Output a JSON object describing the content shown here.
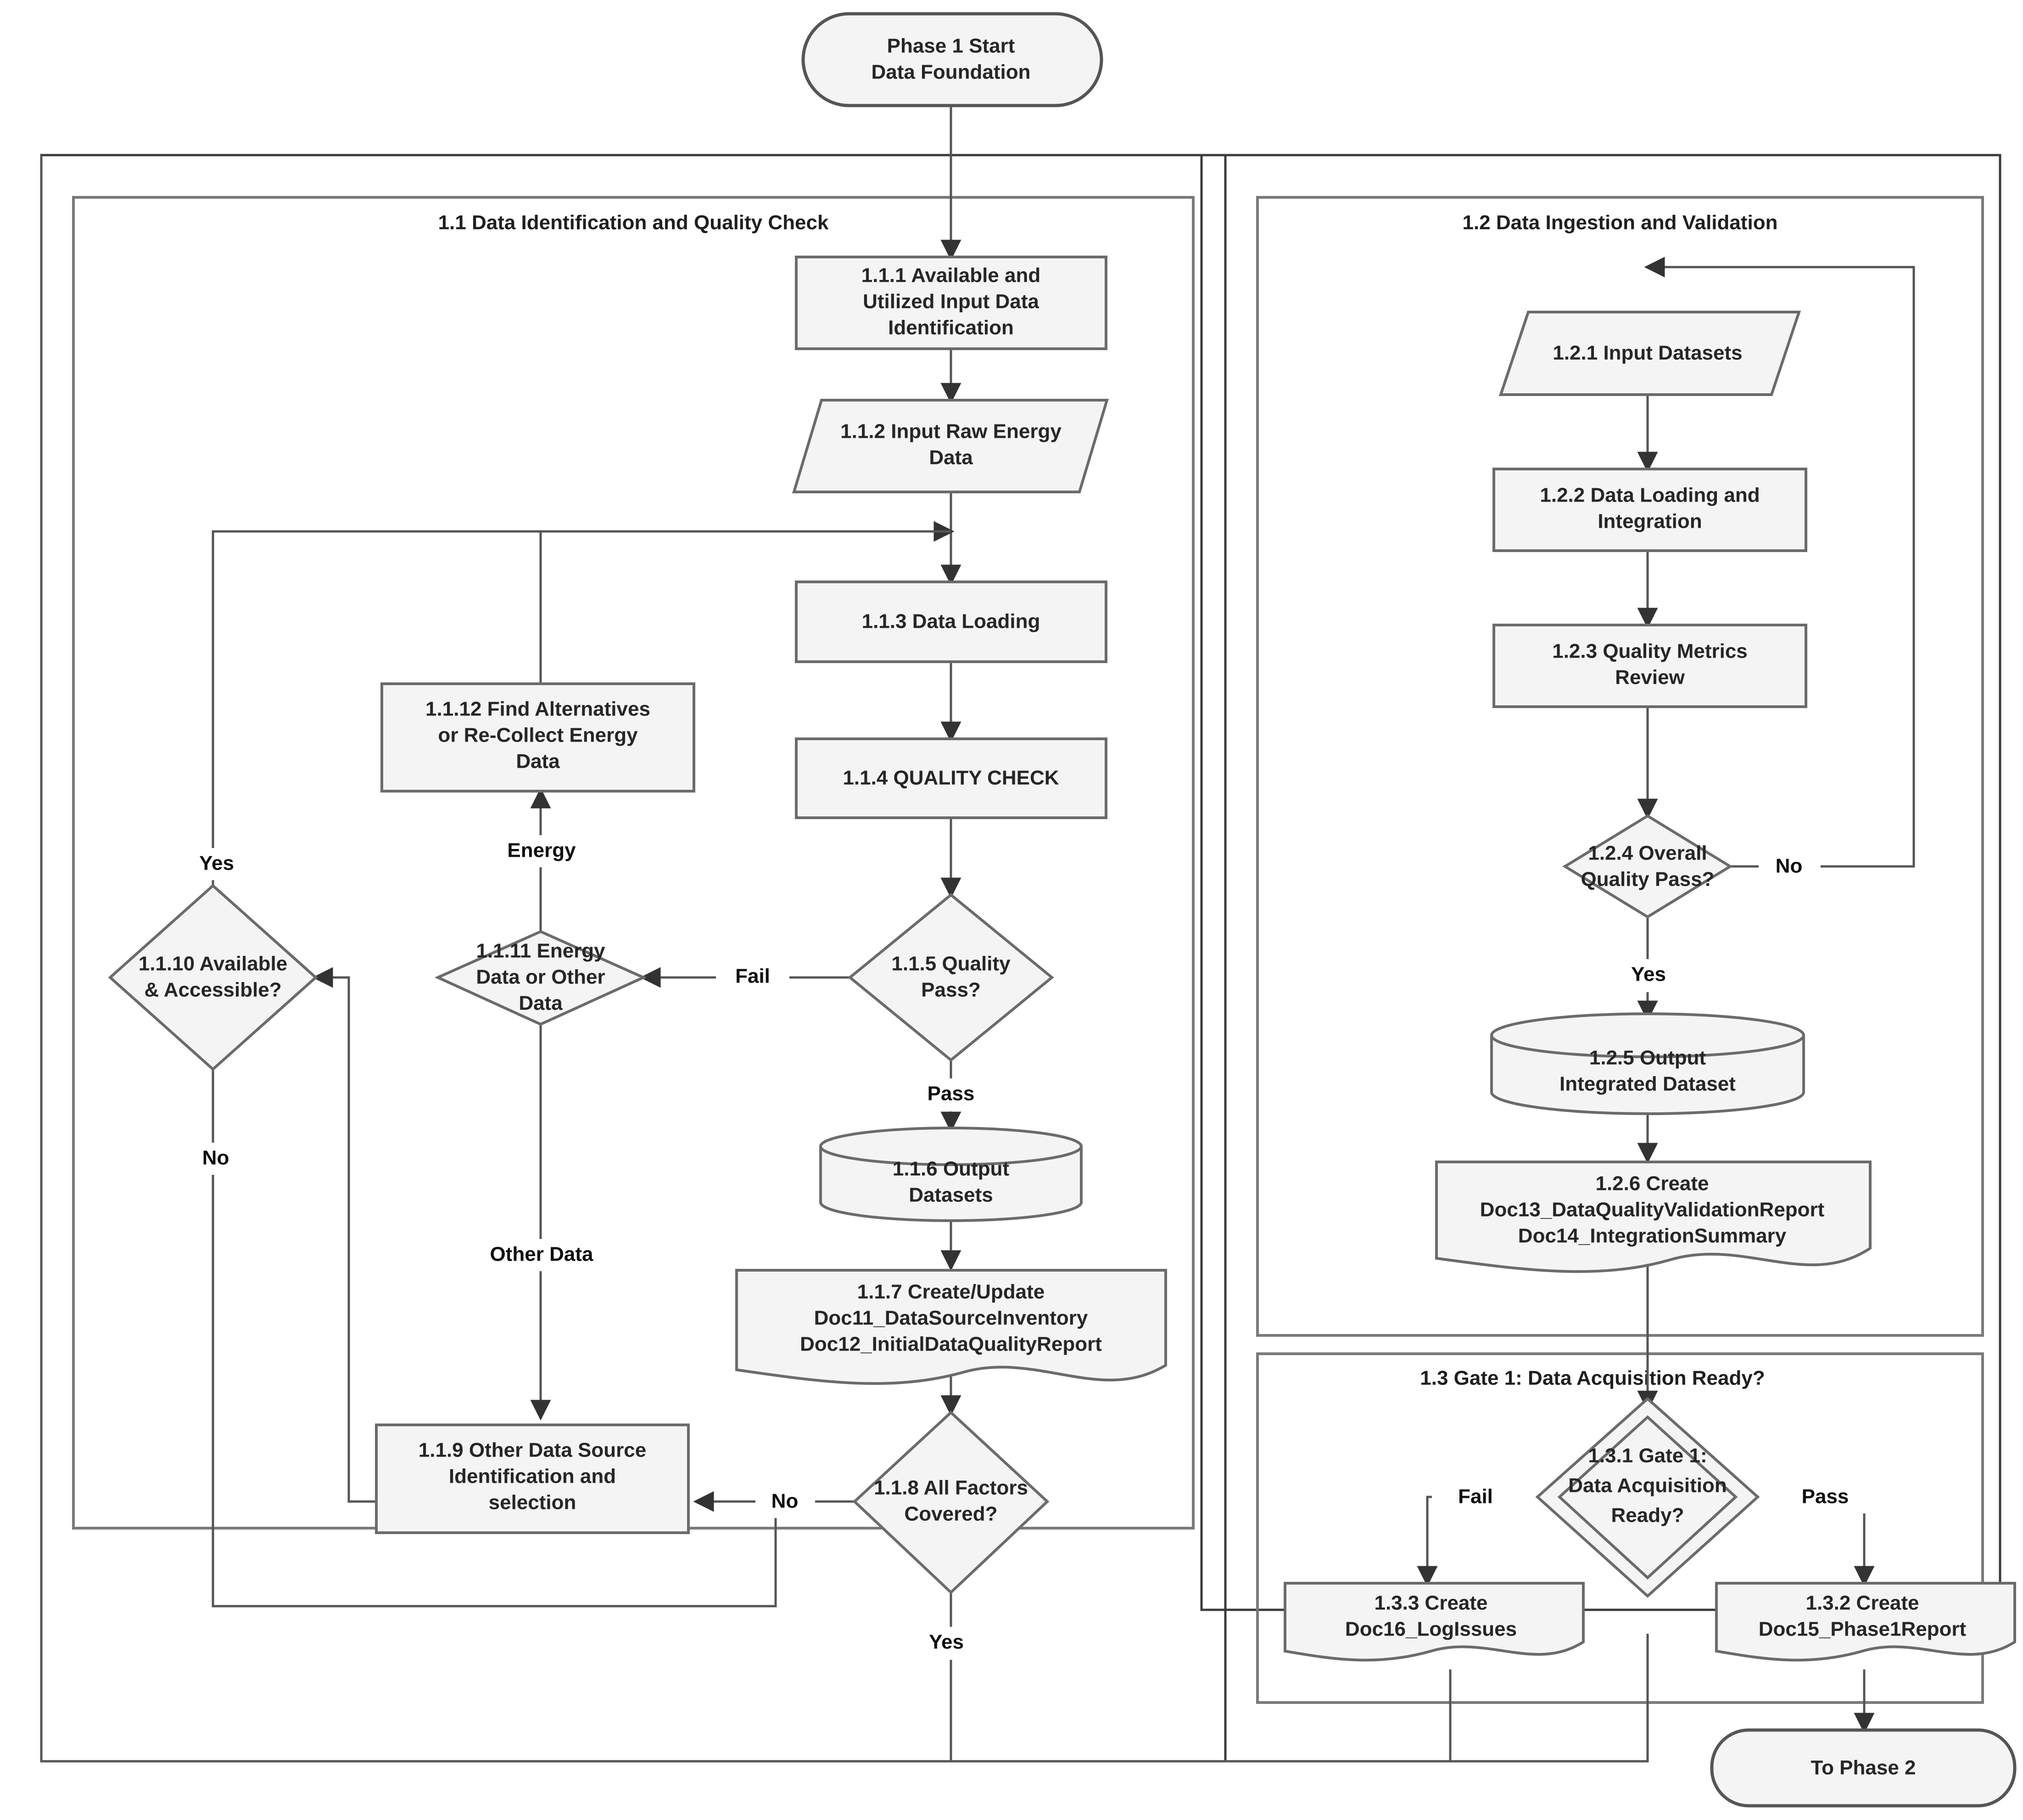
{
  "diagram": {
    "type": "flowchart",
    "orientation": "top-down",
    "title_visible": false,
    "colors": {
      "node_fill": "#f4f4f4",
      "node_border": "#6b6b6b",
      "edge": "#555555",
      "text": "#262626",
      "background": "#ffffff"
    }
  },
  "terminals": {
    "start": "Phase 1 Start\nData Foundation",
    "start_line1": "Phase 1 Start",
    "start_line2": "Data Foundation",
    "end": "To Phase 2"
  },
  "clusters": [
    {
      "id": "c11",
      "label": "1.1 Data Identification and Quality Check"
    },
    {
      "id": "c12",
      "label": "1.2 Data Ingestion and Validation"
    },
    {
      "id": "c13",
      "label": "1.3 Gate 1: Data Acquisition Ready?"
    }
  ],
  "nodes": {
    "n111": {
      "id": "1.1.1",
      "shape": "process",
      "lines": [
        "1.1.1 Available and",
        "Utilized Input Data",
        "Identification"
      ]
    },
    "n112": {
      "id": "1.1.2",
      "shape": "parallelogram",
      "lines": [
        "1.1.2 Input Raw Energy",
        "Data"
      ]
    },
    "n113": {
      "id": "1.1.3",
      "shape": "process",
      "lines": [
        "1.1.3 Data Loading"
      ]
    },
    "n114": {
      "id": "1.1.4",
      "shape": "process",
      "lines": [
        "1.1.4 QUALITY CHECK"
      ]
    },
    "n115": {
      "id": "1.1.5",
      "shape": "decision",
      "lines": [
        "1.1.5 Quality",
        "Pass?"
      ]
    },
    "n116": {
      "id": "1.1.6",
      "shape": "cylinder",
      "lines": [
        "1.1.6 Output",
        "Datasets"
      ]
    },
    "n117": {
      "id": "1.1.7",
      "shape": "document",
      "lines": [
        "1.1.7 Create/Update",
        "Doc11_DataSourceInventory",
        "Doc12_InitialDataQualityReport"
      ]
    },
    "n118": {
      "id": "1.1.8",
      "shape": "decision",
      "lines": [
        "1.1.8 All Factors",
        "Covered?"
      ]
    },
    "n119": {
      "id": "1.1.9",
      "shape": "process",
      "lines": [
        "1.1.9 Other Data Source",
        "Identification and",
        "selection"
      ]
    },
    "n1110": {
      "id": "1.1.10",
      "shape": "decision",
      "lines": [
        "1.1.10 Available",
        "& Accessible?"
      ]
    },
    "n1111": {
      "id": "1.1.11",
      "shape": "decision",
      "lines": [
        "1.1.11 Energy",
        "Data or Other",
        "Data"
      ]
    },
    "n1112": {
      "id": "1.1.12",
      "shape": "process",
      "lines": [
        "1.1.12 Find Alternatives",
        "or Re-Collect Energy",
        "Data"
      ]
    },
    "n121": {
      "id": "1.2.1",
      "shape": "parallelogram",
      "lines": [
        "1.2.1 Input Datasets"
      ]
    },
    "n122": {
      "id": "1.2.2",
      "shape": "process",
      "lines": [
        "1.2.2 Data Loading and",
        "Integration"
      ]
    },
    "n123": {
      "id": "1.2.3",
      "shape": "process",
      "lines": [
        "1.2.3 Quality Metrics",
        "Review"
      ]
    },
    "n124": {
      "id": "1.2.4",
      "shape": "decision",
      "lines": [
        "1.2.4 Overall",
        "Quality Pass?"
      ]
    },
    "n125": {
      "id": "1.2.5",
      "shape": "cylinder",
      "lines": [
        "1.2.5 Output",
        "Integrated Dataset"
      ]
    },
    "n126": {
      "id": "1.2.6",
      "shape": "document",
      "lines": [
        "1.2.6 Create",
        "Doc13_DataQualityValidationReport",
        "Doc14_IntegrationSummary"
      ]
    },
    "n131": {
      "id": "1.3.1",
      "shape": "double-decision",
      "lines": [
        "1.3.1 Gate 1:",
        "Data Acquisition",
        "Ready?"
      ]
    },
    "n132": {
      "id": "1.3.2",
      "shape": "document",
      "lines": [
        "1.3.2 Create",
        "Doc15_Phase1Report"
      ]
    },
    "n133": {
      "id": "1.3.3",
      "shape": "document",
      "lines": [
        "1.3.3 Create",
        "Doc16_LogIssues"
      ]
    }
  },
  "edge_labels": {
    "quality_fail": "Fail",
    "quality_pass": "Pass",
    "energy": "Energy",
    "other_data": "Other Data",
    "available_yes": "Yes",
    "available_no": "No",
    "factors_no": "No",
    "factors_yes": "Yes",
    "overall_no": "No",
    "overall_yes": "Yes",
    "gate_fail": "Fail",
    "gate_pass": "Pass"
  },
  "edges": [
    {
      "from": "start",
      "to": "1.1.1",
      "label": ""
    },
    {
      "from": "1.1.1",
      "to": "1.1.2",
      "label": ""
    },
    {
      "from": "1.1.2",
      "to": "1.1.3",
      "label": ""
    },
    {
      "from": "1.1.3",
      "to": "1.1.4",
      "label": ""
    },
    {
      "from": "1.1.4",
      "to": "1.1.5",
      "label": ""
    },
    {
      "from": "1.1.5",
      "to": "1.1.11",
      "label": "Fail"
    },
    {
      "from": "1.1.5",
      "to": "1.1.6",
      "label": "Pass"
    },
    {
      "from": "1.1.6",
      "to": "1.1.7",
      "label": ""
    },
    {
      "from": "1.1.7",
      "to": "1.1.8",
      "label": ""
    },
    {
      "from": "1.1.8",
      "to": "1.1.9",
      "label": "No"
    },
    {
      "from": "1.1.8",
      "to": "1.2.1",
      "label": "Yes"
    },
    {
      "from": "1.1.11",
      "to": "1.1.12",
      "label": "Energy"
    },
    {
      "from": "1.1.11",
      "to": "1.1.9",
      "label": "Other Data"
    },
    {
      "from": "1.1.12",
      "to": "1.1.3",
      "label": ""
    },
    {
      "from": "1.1.9",
      "to": "1.1.10",
      "label": ""
    },
    {
      "from": "1.1.10",
      "to": "1.1.3",
      "label": "Yes"
    },
    {
      "from": "1.1.10",
      "to": "1.1.9",
      "label": "No"
    },
    {
      "from": "1.2.1",
      "to": "1.2.2",
      "label": ""
    },
    {
      "from": "1.2.2",
      "to": "1.2.3",
      "label": ""
    },
    {
      "from": "1.2.3",
      "to": "1.2.4",
      "label": ""
    },
    {
      "from": "1.2.4",
      "to": "1.2.1",
      "label": "No"
    },
    {
      "from": "1.2.4",
      "to": "1.2.5",
      "label": "Yes"
    },
    {
      "from": "1.2.5",
      "to": "1.2.6",
      "label": ""
    },
    {
      "from": "1.2.6",
      "to": "1.3.1",
      "label": ""
    },
    {
      "from": "1.3.1",
      "to": "1.3.3",
      "label": "Fail"
    },
    {
      "from": "1.3.1",
      "to": "1.3.2",
      "label": "Pass"
    },
    {
      "from": "1.3.2",
      "to": "To Phase 2",
      "label": ""
    },
    {
      "from": "1.3.3",
      "to": "1.1.1",
      "label": ""
    }
  ]
}
